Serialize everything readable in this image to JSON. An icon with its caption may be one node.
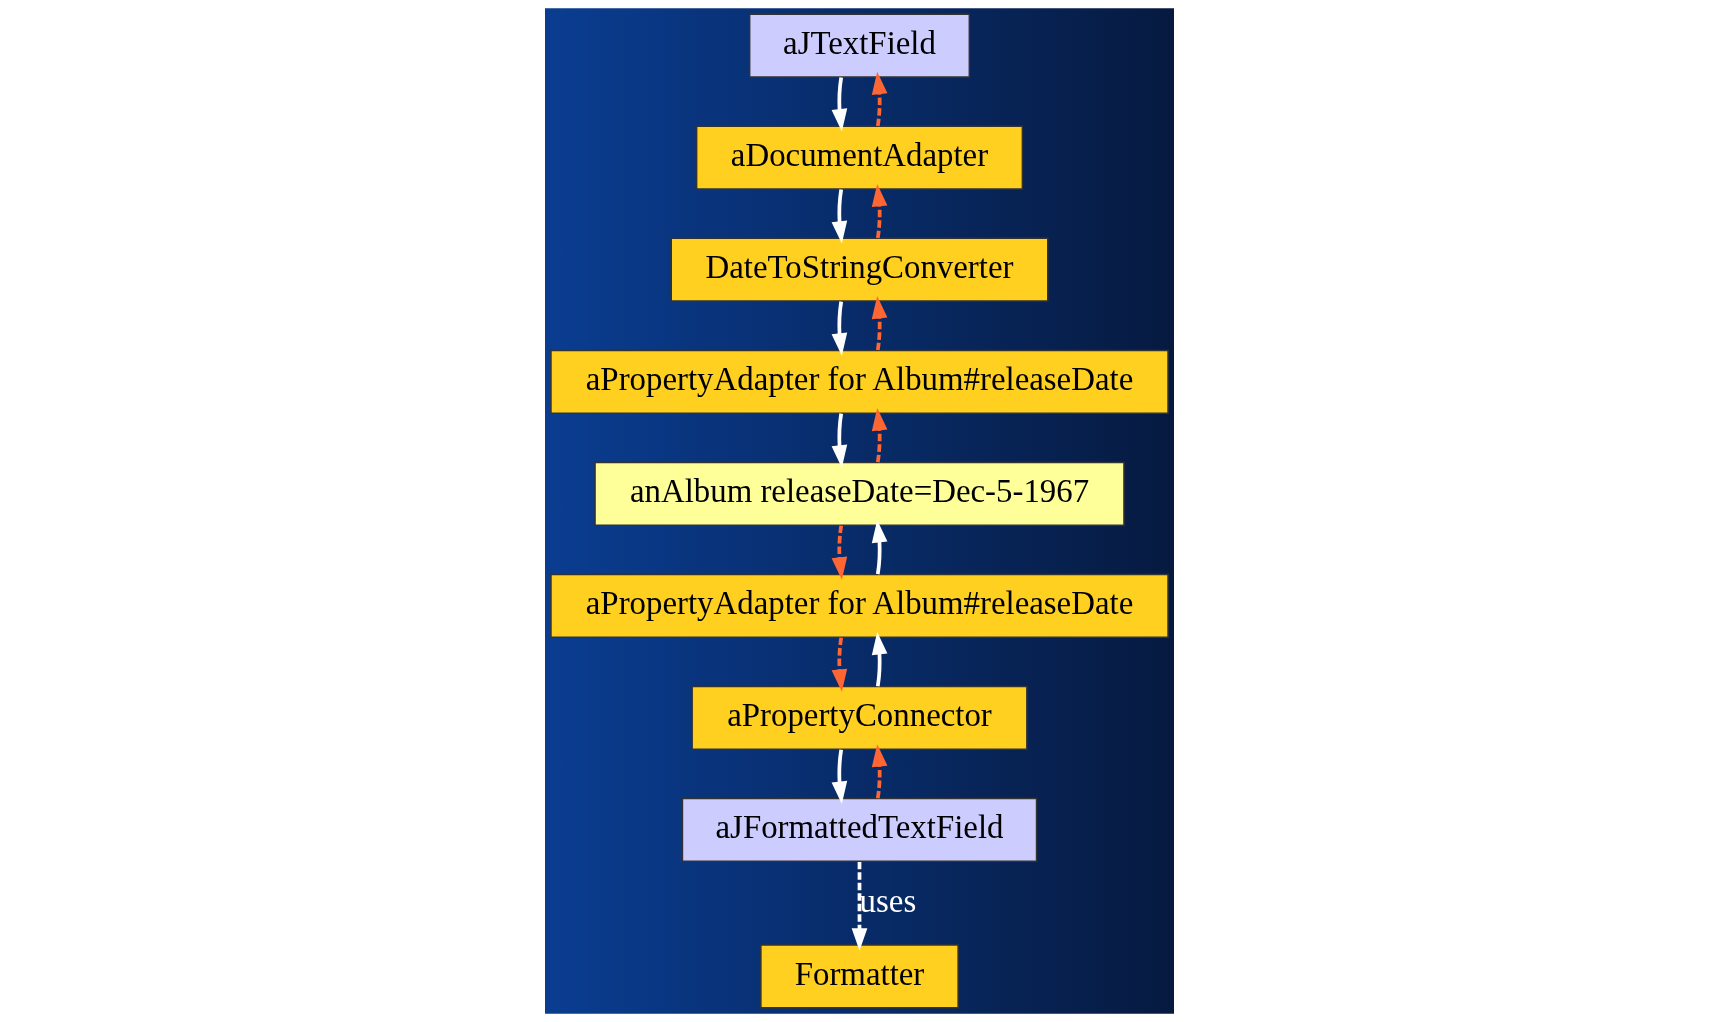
{
  "diagram": {
    "nodes": [
      {
        "text": [
          "aJTextField"
        ]
      },
      {
        "text": [
          "aJFormattedTextField"
        ]
      },
      {
        "text": [
          "Formatter"
        ]
      },
      {
        "text": [
          "aDocumentAdapter"
        ]
      },
      {
        "text": [
          "aPropertyConnector"
        ]
      },
      {
        "text": [
          "DateToStringConverter"
        ]
      },
      {
        "text": [
          "aPropertyAdapter for Album#releaseDate"
        ]
      },
      {
        "text": [
          "aPropertyAdapter for Album#releaseDate"
        ]
      },
      {
        "text": [
          "anAlbum releaseDate=Dec-5-1967"
        ]
      }
    ],
    "edges": [
      {
        "from": 0,
        "to": 3,
        "arrow": "to"
      },
      {
        "from": 3,
        "to": 0,
        "arrow": "to",
        "style": "dashed",
        "color": "#ff6633"
      },
      {
        "from": 3,
        "to": 5,
        "arrow": "to"
      },
      {
        "from": 5,
        "to": 3,
        "arrow": "to",
        "style": "dashed",
        "color": "#ff6633"
      },
      {
        "from": 5,
        "to": 6,
        "arrow": "to"
      },
      {
        "from": 6,
        "to": 5,
        "arrow": "to",
        "style": "dashed",
        "color": "#ff6633"
      },
      {
        "from": 6,
        "to": 8,
        "arrow": "to"
      },
      {
        "from": 8,
        "to": 6,
        "arrow": "to",
        "style": "dashed",
        "color": "#ff6633"
      },
      {
        "from": 1,
        "to": 2,
        "arrow": "to",
        "style": "dashed",
        "label": "uses"
      },
      {
        "from": 1,
        "to": 4,
        "arrow": "to",
        "style": "dashed",
        "color": "#ff6633"
      },
      {
        "from": 4,
        "to": 1,
        "arrow": "to"
      },
      {
        "from": 4,
        "to": 7,
        "arrow": "to"
      },
      {
        "from": 7,
        "to": 4,
        "arrow": "to",
        "style": "dashed",
        "color": "#ff6633"
      },
      {
        "from": 7,
        "to": 8,
        "arrow": "to"
      },
      {
        "from": 8,
        "to": 7,
        "arrow": "to",
        "style": "dashed",
        "color": "#ff6633"
      }
    ]
  }
}
